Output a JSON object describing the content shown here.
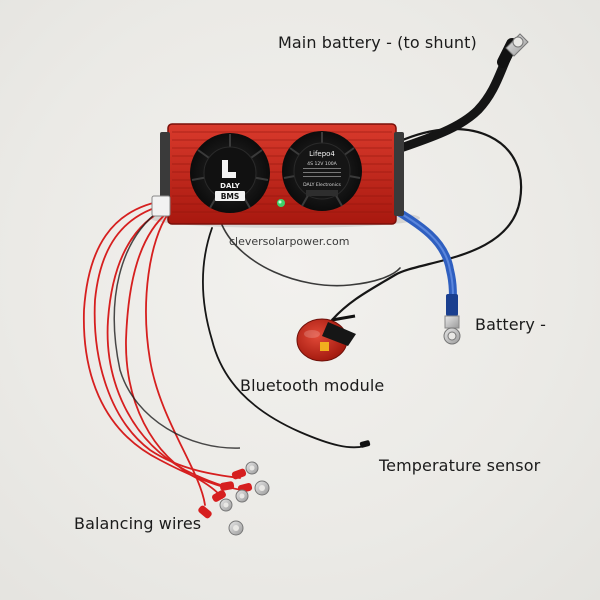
{
  "labels": {
    "main_battery": "Main battery - (to shunt)",
    "battery_neg": "Battery -",
    "bluetooth": "Bluetooth module",
    "temp_sensor": "Temperature sensor",
    "balancing": "Balancing wires"
  },
  "watermark": "cleversolarpower.com",
  "bms": {
    "brand": "DALY",
    "product": "BMS",
    "chemistry": "Lifepo4",
    "spec": "4S 12V 100A",
    "maker": "DALY Electronics"
  },
  "colors": {
    "bms_body": "#c8261c",
    "fan": "#1a1a1a",
    "neg_cable": "#2f5fc0",
    "black_cable": "#161616",
    "balance_wire": "#d61f1f"
  }
}
